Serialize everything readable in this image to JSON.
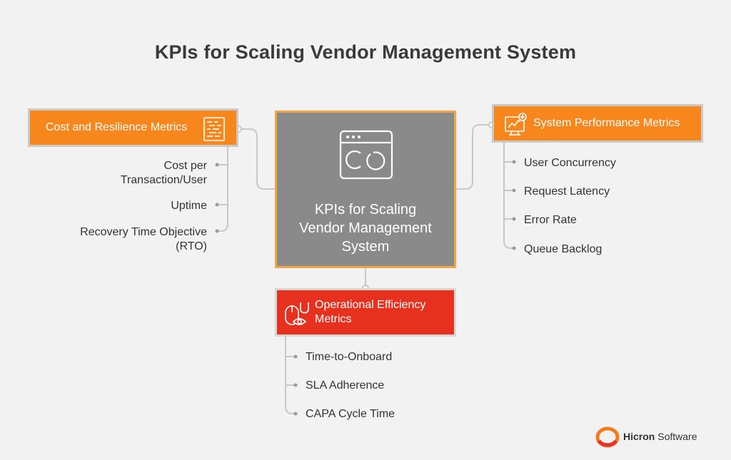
{
  "title": "KPIs for Scaling Vendor Management System",
  "center": {
    "lines": [
      "KPIs for Scaling",
      "Vendor Management",
      "System"
    ],
    "icon": "browser-window-icon"
  },
  "branches": {
    "cost": {
      "label": "Cost and Resilience Metrics",
      "icon": "document-list-icon",
      "items": [
        {
          "lines": [
            "Cost per",
            "Transaction/User"
          ]
        },
        {
          "lines": [
            "Uptime"
          ]
        },
        {
          "lines": [
            "Recovery Time Objective",
            "(RTO)"
          ]
        }
      ]
    },
    "performance": {
      "label": "System Performance Metrics",
      "icon": "monitor-chart-icon",
      "items": [
        {
          "lines": [
            "User Concurrency"
          ]
        },
        {
          "lines": [
            "Request Latency"
          ]
        },
        {
          "lines": [
            "Error Rate"
          ]
        },
        {
          "lines": [
            "Queue Backlog"
          ]
        }
      ]
    },
    "operational": {
      "lines": [
        "Operational Efficiency",
        "Metrics"
      ],
      "icon": "mouse-eye-icon",
      "items": [
        {
          "lines": [
            "Time-to-Onboard"
          ]
        },
        {
          "lines": [
            "SLA Adherence"
          ]
        },
        {
          "lines": [
            "CAPA Cycle Time"
          ]
        }
      ]
    }
  },
  "logo": {
    "brand": "Hicron",
    "suffix": "Software",
    "icon": "hicron-ring-logo"
  },
  "colors": {
    "background": "#f2f2f2",
    "orange": "#f7861c",
    "red": "#e6311f",
    "center": "#8a8a8a",
    "connector": "#c8c8c8",
    "text": "#333333"
  }
}
